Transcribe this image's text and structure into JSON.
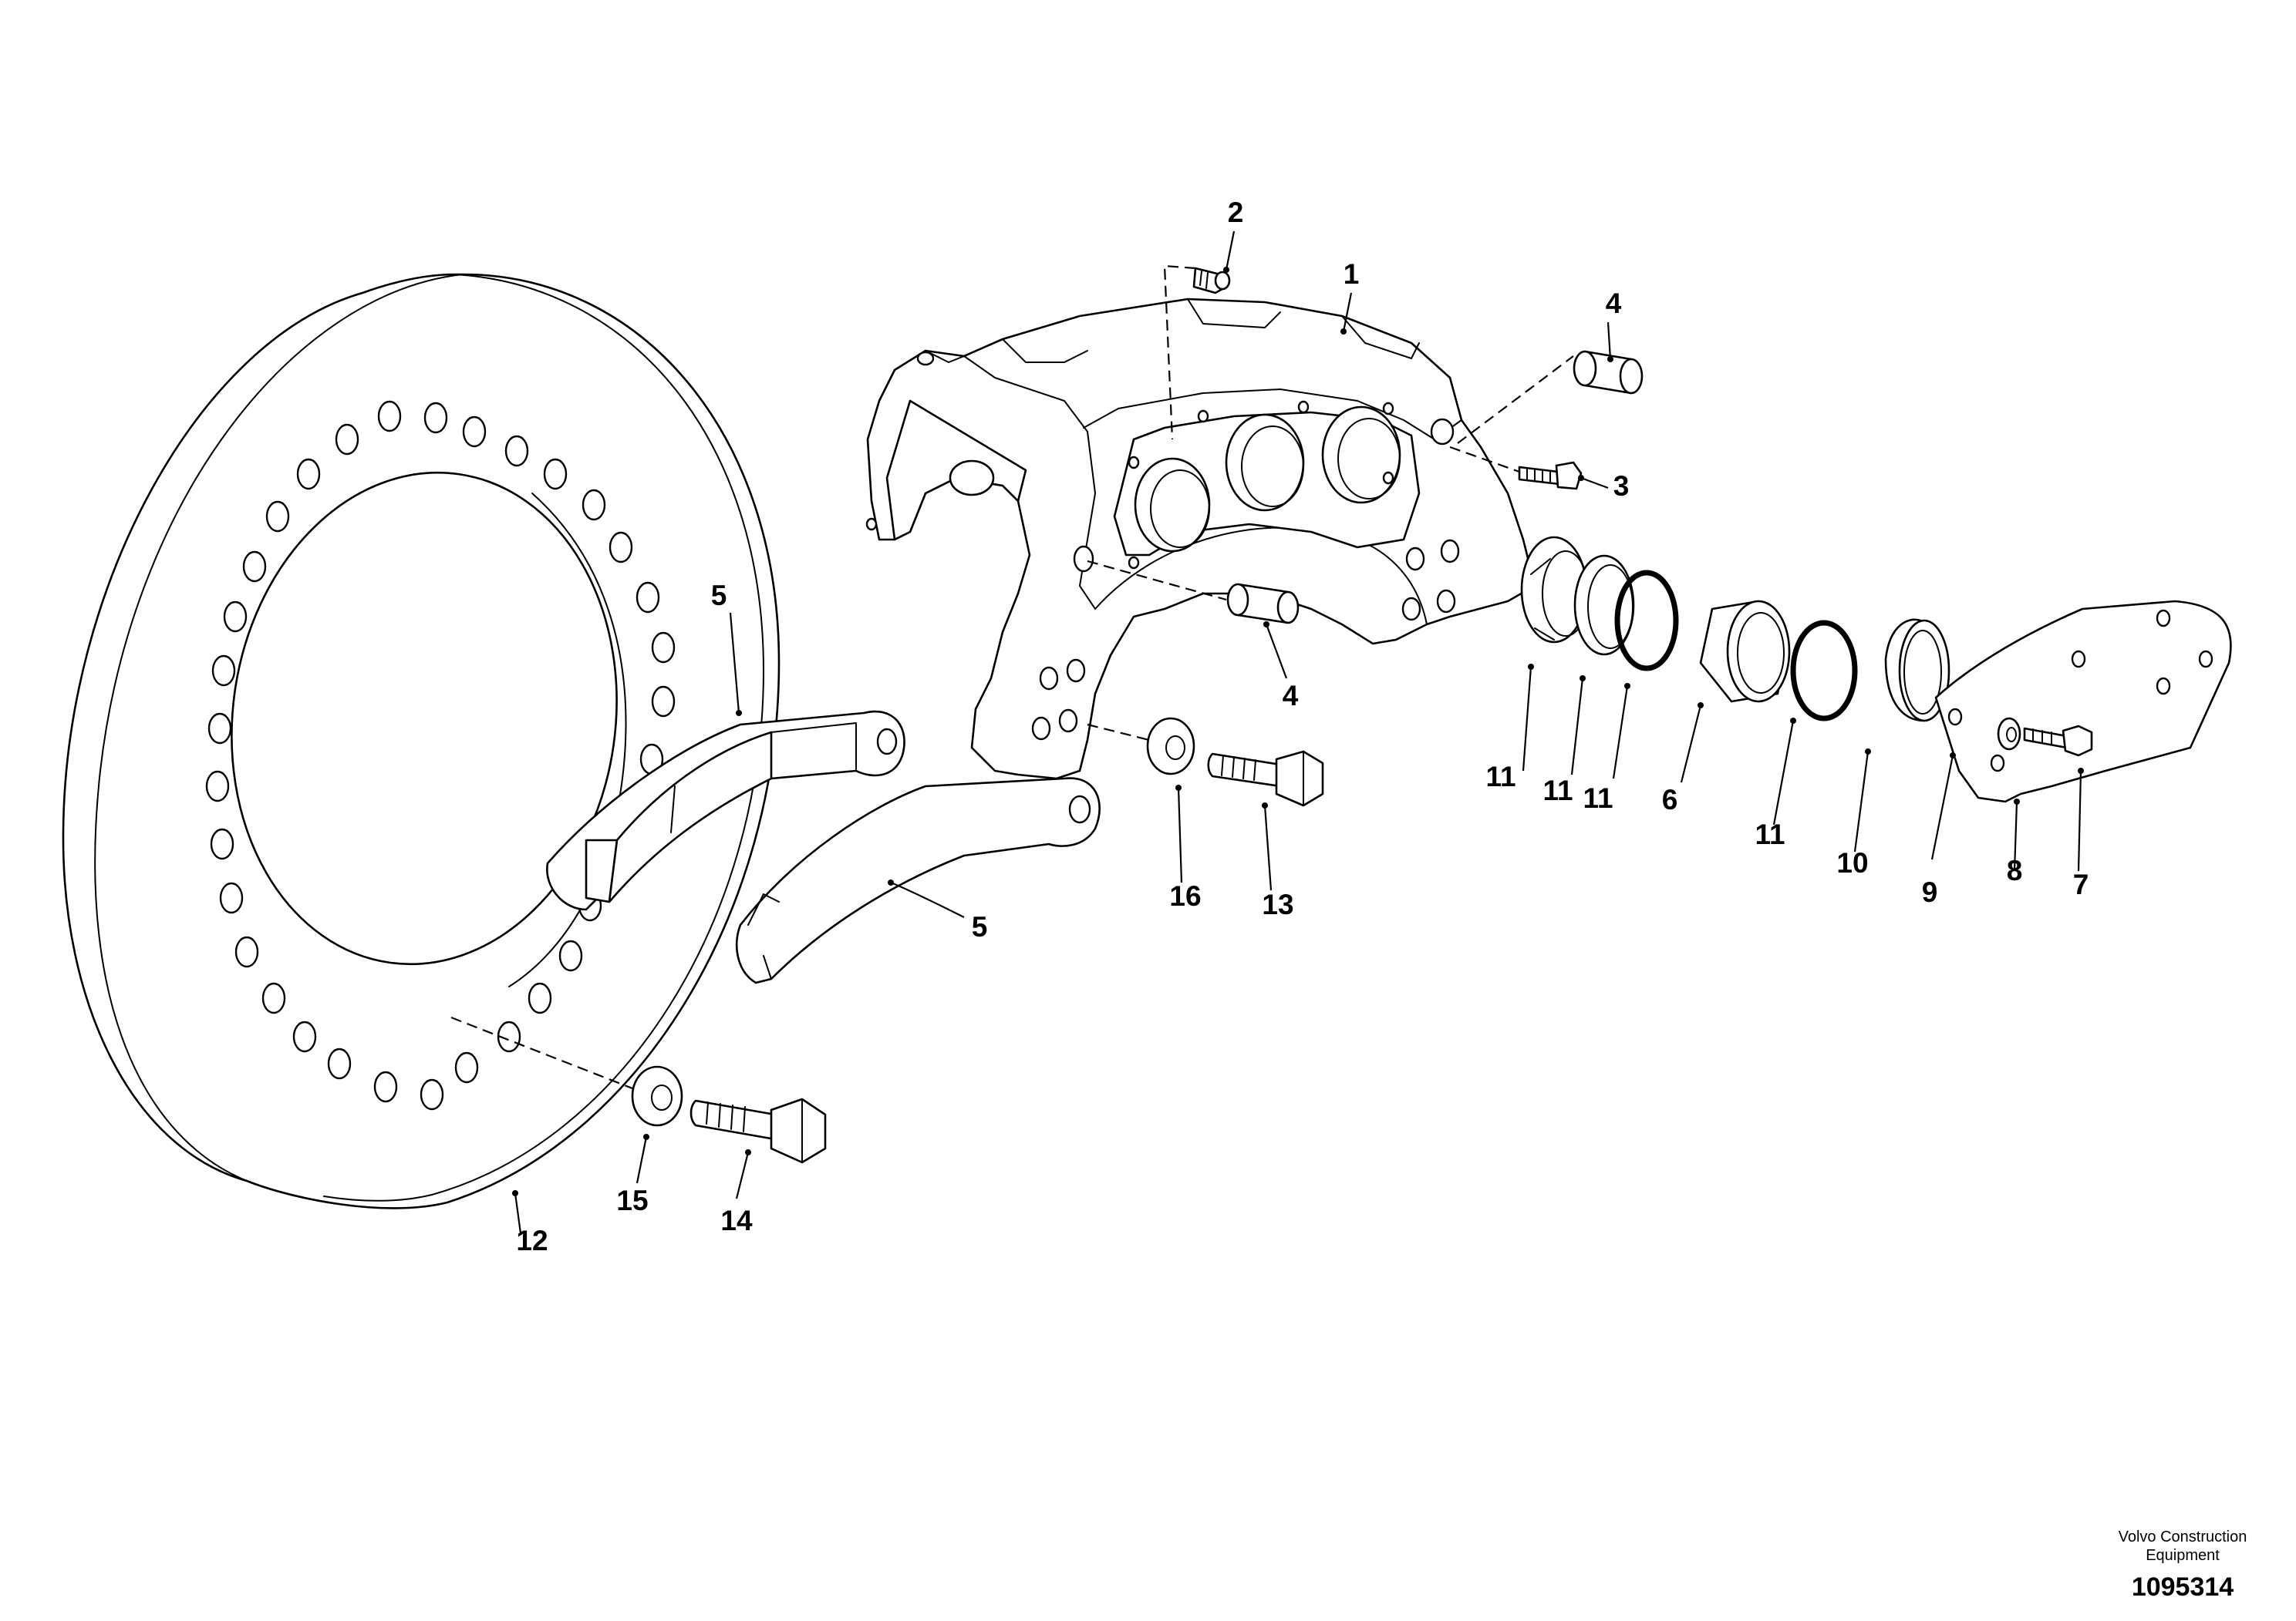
{
  "callouts": [
    {
      "id": "c1",
      "text": "1"
    },
    {
      "id": "c2",
      "text": "2"
    },
    {
      "id": "c3",
      "text": "3"
    },
    {
      "id": "c4a",
      "text": "4"
    },
    {
      "id": "c4b",
      "text": "4"
    },
    {
      "id": "c5a",
      "text": "5"
    },
    {
      "id": "c5b",
      "text": "5"
    },
    {
      "id": "c6",
      "text": "6"
    },
    {
      "id": "c7",
      "text": "7"
    },
    {
      "id": "c8",
      "text": "8"
    },
    {
      "id": "c9",
      "text": "9"
    },
    {
      "id": "c10",
      "text": "10"
    },
    {
      "id": "c11a",
      "text": "11"
    },
    {
      "id": "c11b",
      "text": "11"
    },
    {
      "id": "c11c",
      "text": "11"
    },
    {
      "id": "c11d",
      "text": "11"
    },
    {
      "id": "c12",
      "text": "12"
    },
    {
      "id": "c13",
      "text": "13"
    },
    {
      "id": "c14",
      "text": "14"
    },
    {
      "id": "c15",
      "text": "15"
    },
    {
      "id": "c16",
      "text": "16"
    }
  ],
  "manufacturer": {
    "line1": "Volvo Construction",
    "line2": "Equipment"
  },
  "drawing_number": "1095314"
}
